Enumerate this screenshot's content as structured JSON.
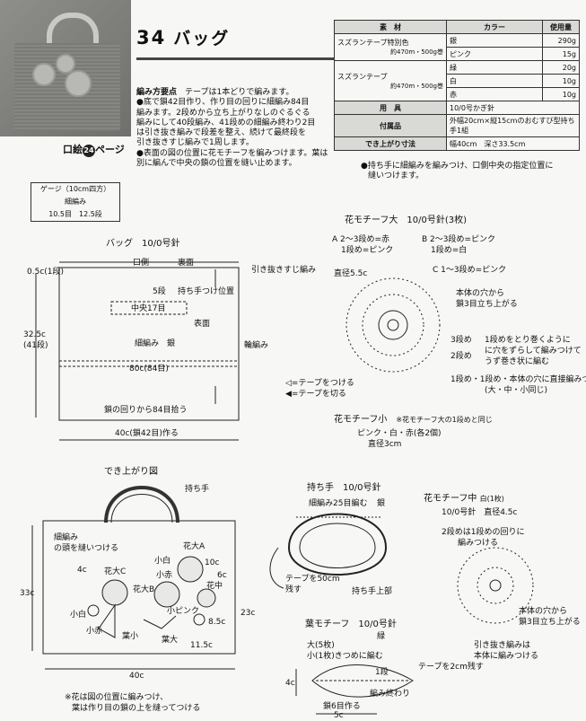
{
  "header": {
    "number": "34",
    "title": "バッグ",
    "ref_label_prefix": "口絵",
    "ref_num": "24",
    "ref_label_suffix": "ページ"
  },
  "materials_table": {
    "col_material": "素　材",
    "col_color": "カラー",
    "col_amount": "使用量",
    "rows": [
      {
        "material": "スズランテープ特別色",
        "note": "約470m・500g巻",
        "color": "銀",
        "amount": "290g"
      },
      {
        "material": "",
        "note": "",
        "color": "ピンク",
        "amount": "15g"
      },
      {
        "material": "スズランテープ",
        "note": "約470m・500g巻",
        "color": "緑",
        "amount": "20g"
      },
      {
        "material": "",
        "note": "",
        "color": "白",
        "amount": "10g"
      },
      {
        "material": "",
        "note": "",
        "color": "赤",
        "amount": "10g"
      }
    ],
    "tools_label": "用　具",
    "tools_value": "10/0号かぎ針",
    "parts_label": "付属品",
    "parts_value": "外幅20cm×縦15cmのおむすび型持ち手1組",
    "size_label": "でき上がり寸法",
    "size_value": "幅40cm　深さ33.5cm"
  },
  "instructions": {
    "head": "編み方要点",
    "line1": "テープは1本どりで編みます。",
    "line2": "●底で鎖42目作り、作り目の回りに細編み84目",
    "line3": "編みます。2段めから立ち上がりなしのぐるぐる",
    "line4": "編みにして40段編み、41段めの細編み終わり2目",
    "line5": "は引き抜き編みで段差を整え、続けて最終段を",
    "line6": "引き抜きすじ編みで1周します。",
    "line7": "●表面の図の位置に花モチーフを編みつけます。葉は",
    "line8": "別に編んで中央の鎖の位置を縫い止めます。",
    "line9": "●持ち手に細編みを編みつけ、口側中央の指定位置に",
    "line10": "縫いつけます。"
  },
  "gauge": {
    "title": "ゲージ（10cm四方）",
    "stitch": "細編み",
    "values": "10.5目　12.5段"
  },
  "bag_diagram": {
    "title": "バッグ　10/0号針",
    "mouth": "口側",
    "back": "裏面",
    "front": "表面",
    "body": "細編み　銀",
    "edge": "引き抜きすじ編み",
    "handle_pos": "持ち手つけ位置",
    "rows5": "5段",
    "center": "中央17目",
    "round": "輪編み",
    "width": "80c(84目)",
    "pickup": "鎖の回りから84目拾う",
    "chain": "40c(鎖42目)作る",
    "height": "32.5c",
    "height_rows": "(41段)",
    "top": "0.5c(1段)",
    "legend1": "◁=テープをつける",
    "legend2": "◀=テープを切る"
  },
  "flower_large": {
    "title": "花モチーフ大　10/0号針(3枚)",
    "a1": "2〜3段め=赤",
    "a2": "1段め=ピンク",
    "b1": "2〜3段め=ピンク",
    "b2": "1段め=白",
    "c1": "1〜3段め=ピンク",
    "diameter": "直径5.5c",
    "note1": "本体の穴から",
    "note2": "鎖3目立ち上がる",
    "r3": "3段め",
    "r2": "2段め",
    "r1": "1段め",
    "n1": "1段めをとり巻くように",
    "n2": "に穴をずらして編みつけて",
    "n3": "うず巻き状に編む",
    "n4": "1段め・本体の穴に直接編みつける",
    "n5": "(大・中・小同じ)"
  },
  "flower_small": {
    "title": "花モチーフ小",
    "note": "※花モチーフ大の1段めと同じ",
    "colors": "ピンク・白・赤(各2個)",
    "diameter": "直径3cm"
  },
  "finished": {
    "title": "でき上がり図",
    "handle": "持ち手",
    "head1": "細編み",
    "head2": "の頭を縫いつける",
    "flower_a": "花大A",
    "flower_b": "花大B",
    "flower_c": "花大C",
    "flower_mid": "花中",
    "small_white": "小白",
    "small_red": "小赤",
    "small_pink": "小ピンク",
    "leaf_l": "葉大",
    "leaf_s": "葉小",
    "d4": "4c",
    "d10": "10c",
    "d6": "6c",
    "d85": "8.5c",
    "d115": "11.5c",
    "h33": "33c",
    "d23": "23c",
    "w40": "40c",
    "foot1": "※花は図の位置に編みつけ、",
    "foot2": "葉は作り目の鎖の上を縫ってつける"
  },
  "handle_diagram": {
    "title": "持ち手　10/0号針",
    "s25": "細編み25目編む",
    "silver": "銀",
    "tape": "テープを50cm",
    "leave": "残す",
    "top": "持ち手上部"
  },
  "flower_mid": {
    "title": "花モチーフ中",
    "color": "白(1枚)",
    "needle": "10/0号針　直径4.5c",
    "n1": "2段めは1段めの回りに",
    "n2": "編みつける",
    "n3": "本体の穴から",
    "n4": "鎖3目立ち上がる",
    "n5": "引き抜き編みは",
    "n6": "本体に編みつける"
  },
  "leaf": {
    "title": "葉モチーフ　10/0号針",
    "color": "緑",
    "large": "大(5枚)",
    "small": "小(1枚)きつめに編む",
    "step1": "1段",
    "tape": "テープを2cm残す",
    "end": "編み終わり",
    "start": "鎖6目作る",
    "h4": "4c",
    "w5": "5c"
  }
}
